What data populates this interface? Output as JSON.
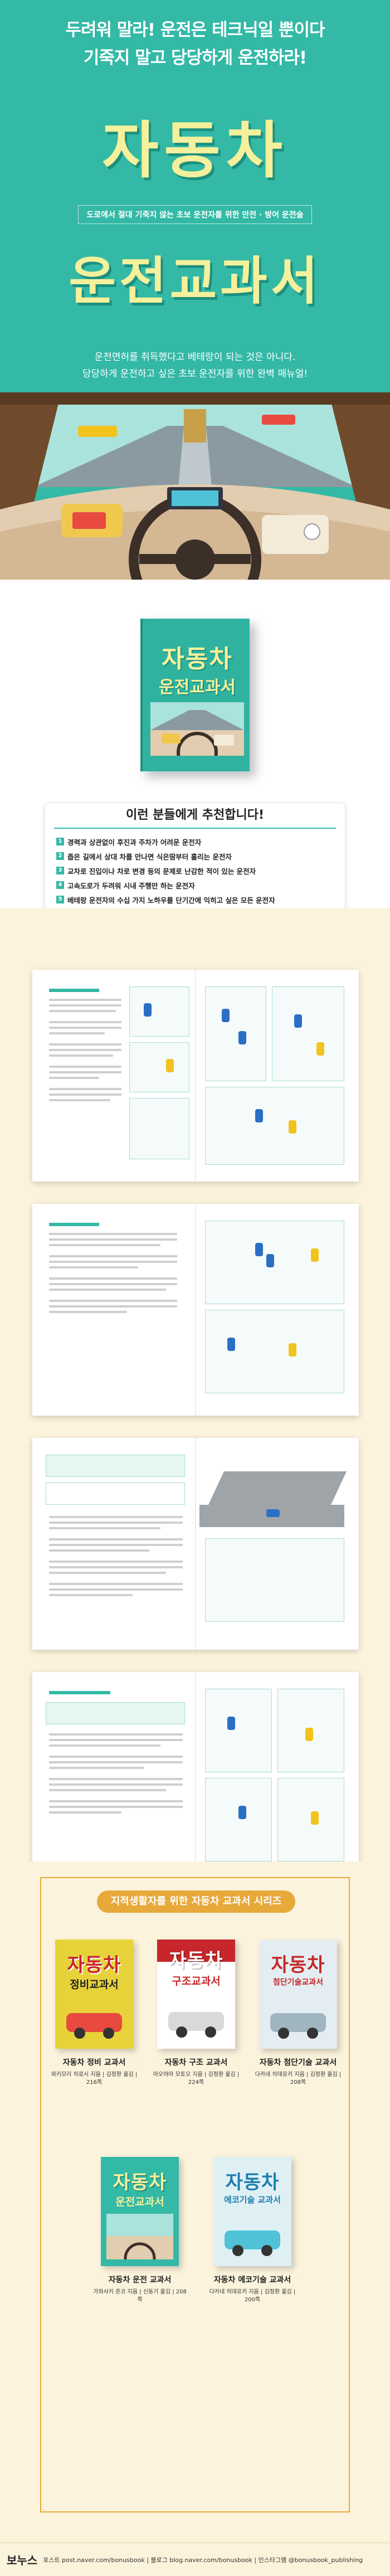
{
  "hero": {
    "title_line1": "두려워 말라! 운전은 테크닉일 뿐이다",
    "title_line2": "기죽지 말고 당당하게 운전하라!",
    "big_word_1": "자동차",
    "tagline": "도로에서 절대 기죽지 않는 초보 운전자를 위한 안전 · 방어 운전술",
    "big_word_2": "운전교과서",
    "desc_line1": "운전면허를 취득했다고 베테랑이 되는 것은 아니다.",
    "desc_line2": "당당하게 운전하고 싶은 초보 운전자를 위한 완벽 매뉴얼!"
  },
  "book": {
    "cover_title_1": "자동차",
    "cover_title_2": "운전교과서"
  },
  "recommend": {
    "heading": "이런 분들에게 추천합니다!",
    "items": [
      {
        "num": "1",
        "text": "경력과 상관없이 후진과 주차가 어려운 운전자"
      },
      {
        "num": "2",
        "text": "좁은 길에서 상대 차를 만나면 식은땀부터 흘리는 운전자"
      },
      {
        "num": "3",
        "text": "교차로 진입이나 차로 변경 등의 문제로 난감한 적이 있는 운전자"
      },
      {
        "num": "4",
        "text": "고속도로가 두려워 시내 주행만 하는 운전자"
      },
      {
        "num": "5",
        "text": "베테랑 운전자의 수십 가지 노하우를 단기간에 익히고 싶은 모든 운전자"
      }
    ]
  },
  "series": {
    "heading": "지적생활자를 위한 자동차 교과서 시리즈",
    "books": [
      {
        "big": "자동차",
        "small": "정비교과서",
        "name": "자동차 정비 교과서",
        "meta1": "와키모리 히로시 지음 | 김정환 옮김 | 216쪽",
        "color": "#e8d23a"
      },
      {
        "big": "자동차",
        "small": "구조교과서",
        "name": "자동차 구조 교과서",
        "meta1": "아오야마 모토오 지음 | 김정환 옮김 | 224쪽",
        "color": "#c7262a"
      },
      {
        "big": "자동차",
        "small": "첨단기술교과서",
        "name": "자동차 첨단기술 교과서",
        "meta1": "다카네 히데유키 지음 | 김정환 옮김 | 208쪽",
        "color": "#e4eef2"
      },
      {
        "big": "자동차",
        "small": "운전교과서",
        "name": "자동차 운전 교과서",
        "meta1": "가와사키 준코 지음 | 신동기 옮김 | 208쪽",
        "color": "#33b9a6"
      },
      {
        "big": "자동차",
        "small": "에코기술 교과서",
        "name": "자동차 에코기술 교과서",
        "meta1": "다카네 히데유키 지음 | 김정환 옮김 | 200쪽",
        "color": "#dff0f4"
      }
    ]
  },
  "footer": {
    "logo": "보누스",
    "links": "포스트 post.naver.com/bonusbook  |  블로그 blog.naver.com/bonusbook  |  인스타그램 @bonusbook_publishing"
  }
}
